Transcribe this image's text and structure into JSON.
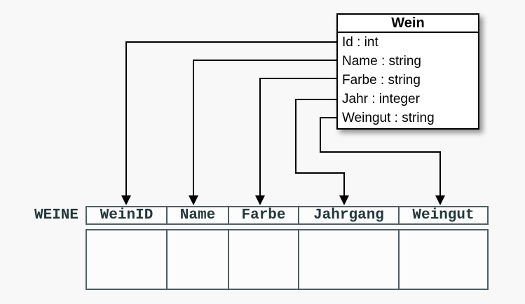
{
  "class_box": {
    "title": "Wein",
    "attributes": [
      "Id : int",
      "Name : string",
      "Farbe : string",
      "Jahr : integer",
      "Weingut : string"
    ]
  },
  "table": {
    "label": "WEINE",
    "columns": [
      "WeinID",
      "Name",
      "Farbe",
      "Jahrgang",
      "Weingut"
    ],
    "empty_body_rows": 1
  },
  "mappings": [
    {
      "attribute": "Id",
      "column": "WeinID"
    },
    {
      "attribute": "Name",
      "column": "Name"
    },
    {
      "attribute": "Farbe",
      "column": "Farbe"
    },
    {
      "attribute": "Jahr",
      "column": "Jahrgang"
    },
    {
      "attribute": "Weingut",
      "column": "Weingut"
    }
  ],
  "colors": {
    "background": "#f8f8f8",
    "connector_line": "#000000",
    "class_box_border": "#000000",
    "table_border": "#4d5e64",
    "table_text": "#24373c"
  }
}
